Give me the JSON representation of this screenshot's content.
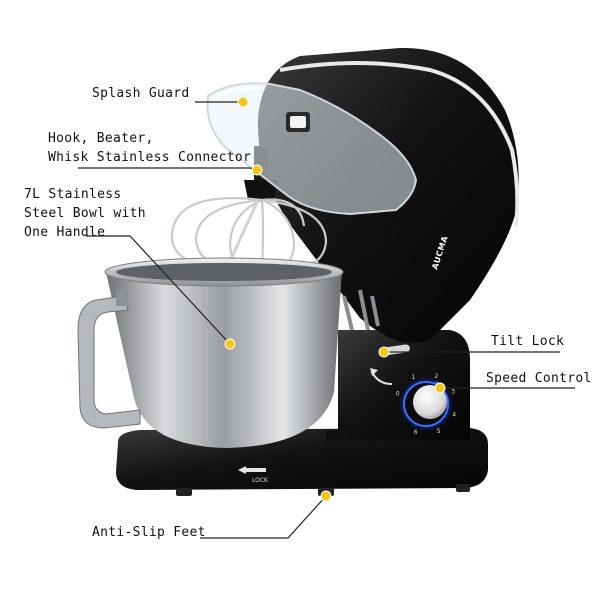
{
  "brand": "AUCMA",
  "base_marking": "LOCK",
  "speed_dial": {
    "marks": [
      "0",
      "1",
      "2",
      "3",
      "4",
      "5",
      "6"
    ]
  },
  "callouts": {
    "splash_guard": "Splash Guard",
    "connector_line1": "Hook, Beater,",
    "connector_line2": "Whisk Stainless Connector",
    "bowl_line1": "7L Stainless",
    "bowl_line2": "Steel Bowl with",
    "bowl_line3": "One Handle",
    "tilt_lock": "Tilt Lock",
    "speed_control": "Speed Control",
    "anti_slip_feet": "Anti-Slip Feet"
  },
  "colors": {
    "callout_dot": "#f5c518",
    "body": "#101010",
    "steel": "#b9bcc0",
    "dial_ring": "#2a63ff"
  }
}
